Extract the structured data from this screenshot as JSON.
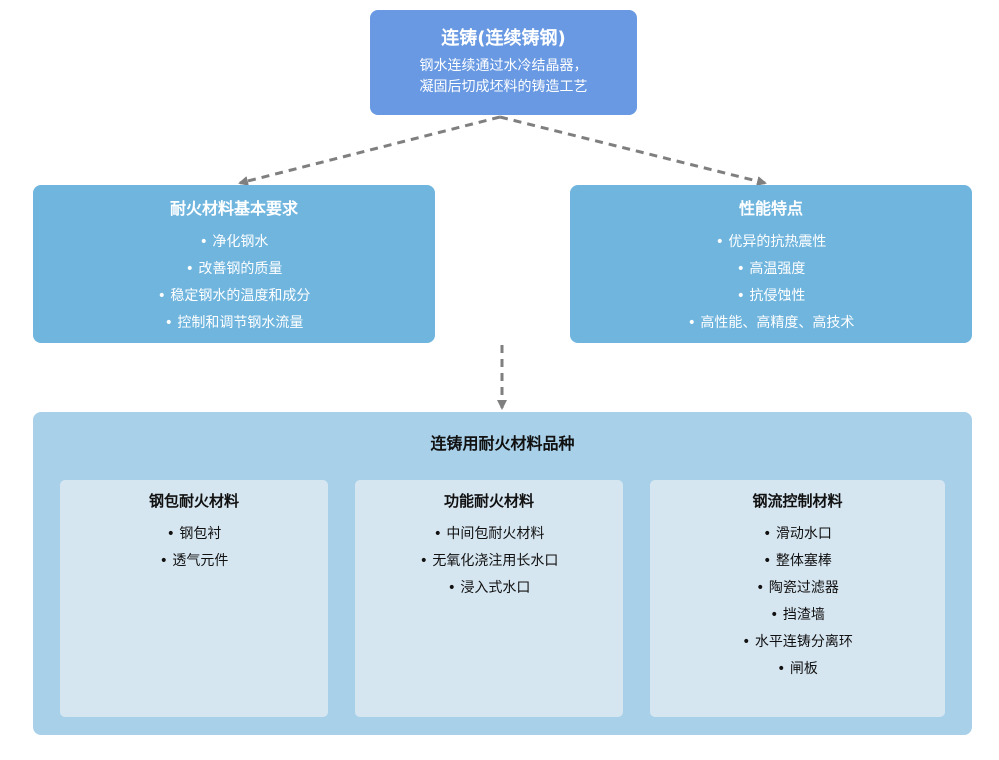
{
  "top": {
    "title": "连铸(连续铸钢)",
    "desc_lines": [
      "钢水连续通过水冷结晶器，",
      "凝固后切成坯料的铸造工艺"
    ]
  },
  "left": {
    "title": "耐火材料基本要求",
    "items": [
      "• 净化钢水",
      "• 改善钢的质量",
      "• 稳定钢水的温度和成分",
      "• 控制和调节钢水流量"
    ]
  },
  "right": {
    "title": "性能特点",
    "items": [
      "• 优异的抗热震性",
      "• 高温强度",
      "• 抗侵蚀性",
      "• 高性能、高精度、高技术"
    ]
  },
  "bottom": {
    "title": "连铸用耐火材料品种",
    "groups": [
      {
        "title": "钢包耐火材料",
        "items": [
          "• 钢包衬",
          "• 透气元件"
        ]
      },
      {
        "title": "功能耐火材料",
        "items": [
          "• 中间包耐火材料",
          "• 无氧化浇注用长水口",
          "• 浸入式水口"
        ]
      },
      {
        "title": "钢流控制材料",
        "items": [
          "• 滑动水口",
          "• 整体塞棒",
          "• 陶瓷过滤器",
          "• 挡渣墙",
          "• 水平连铸分离环",
          "• 闸板"
        ]
      }
    ]
  },
  "colors": {
    "top": "#6899e2",
    "mid": "#6fb5de",
    "bottom": "#a9d0e9",
    "inner": "#d6e6f1",
    "arrow": "#7f7f7f"
  }
}
